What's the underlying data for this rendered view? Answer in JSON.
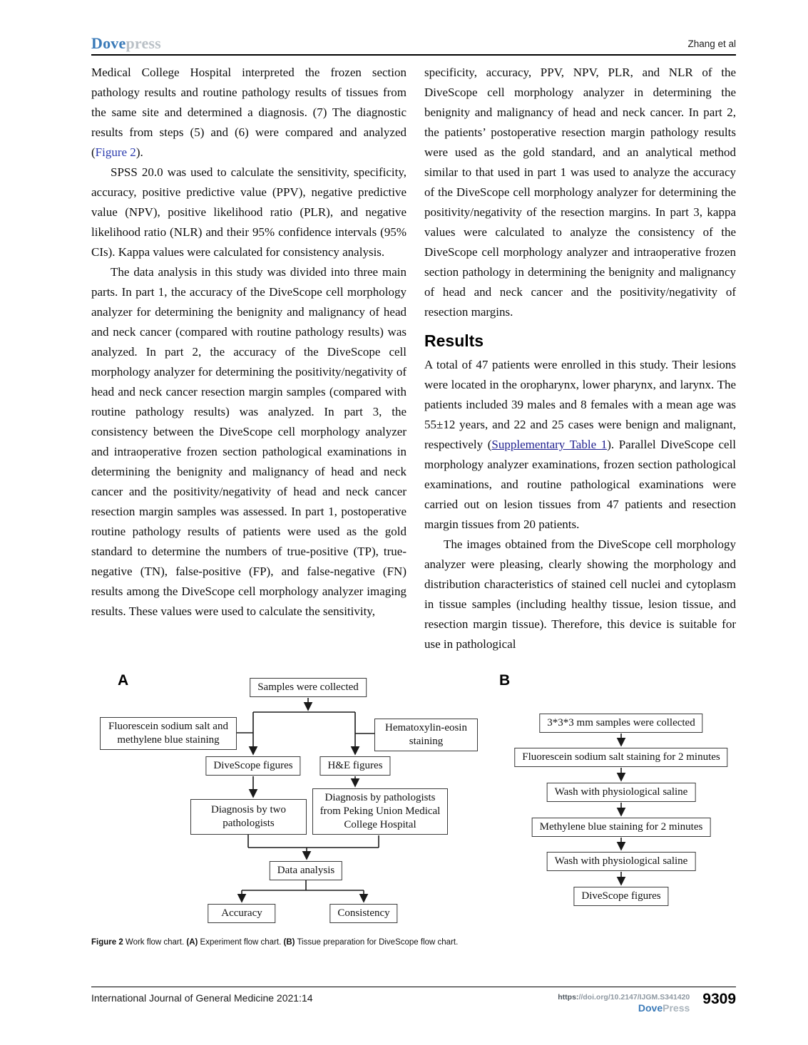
{
  "header": {
    "logo_dove": "Dove",
    "logo_press": "press",
    "running_author": "Zhang et al"
  },
  "left_column": {
    "p1_text": "Medical College Hospital interpreted the frozen section pathology results and routine pathology results of tissues from the same site and determined a diagnosis. (7) The diagnostic results from steps (5) and (6) were compared and analyzed (",
    "p1_link": "Figure 2",
    "p1_after": ").",
    "p2": "SPSS 20.0 was used to calculate the sensitivity, specificity, accuracy, positive predictive value (PPV), negative predictive value (NPV), positive likelihood ratio (PLR), and negative likelihood ratio (NLR) and their 95% confidence intervals (95% CIs). Kappa values were calculated for consistency analysis.",
    "p3": "The data analysis in this study was divided into three main parts. In part 1, the accuracy of the DiveScope cell morphology analyzer for determining the benignity and malignancy of head and neck cancer (compared with routine pathology results) was analyzed. In part 2, the accuracy of the DiveScope cell morphology analyzer for determining the positivity/negativity of head and neck cancer resection margin samples (compared with routine pathology results) was analyzed. In part 3, the consistency between the DiveScope cell morphology analyzer and intraoperative frozen section pathological examinations in determining the benignity and malignancy of head and neck cancer and the positivity/negativity of head and neck cancer resection margin samples was assessed. In part 1, postoperative routine pathology results of patients were used as the gold standard to determine the numbers of true-positive (TP), true-negative (TN), false-positive (FP), and false-negative (FN) results among the DiveScope cell morphology analyzer imaging results. These values were used to calculate the sensitivity,"
  },
  "right_column": {
    "p1": "specificity, accuracy, PPV, NPV, PLR, and NLR of the DiveScope cell morphology analyzer in determining the benignity and malignancy of head and neck cancer. In part 2, the patients’ postoperative resection margin pathology results were used as the gold standard, and an analytical method similar to that used in part 1 was used to analyze the accuracy of the DiveScope cell morphology analyzer for determining the positivity/negativity of the resection margins. In part 3, kappa values were calculated to analyze the consistency of the DiveScope cell morphology analyzer and intraoperative frozen section pathology in determining the benignity and malignancy of head and neck cancer and the positivity/negativity of resection margins.",
    "heading": "Results",
    "p2_text": "A total of 47 patients were enrolled in this study. Their lesions were located in the oropharynx, lower pharynx, and larynx. The patients included 39 males and 8 females with a mean age was 55±12 years, and 22 and 25 cases were benign and malignant, respectively (",
    "p2_link": "Supplementary Table 1",
    "p2_after": "). Parallel DiveScope cell morphology analyzer examinations, frozen section pathological examinations, and routine pathological examinations were carried out on lesion tissues from 47 patients and resection margin tissues from 20 patients.",
    "p3": "The images obtained from the DiveScope cell morphology analyzer were pleasing, clearly showing the morphology and distribution characteristics of stained cell nuclei and cytoplasm in tissue samples (including healthy tissue, lesion tissue, and resection margin tissue). Therefore, this device is suitable for use in pathological"
  },
  "figure": {
    "label_a": "A",
    "label_b": "B",
    "a_boxes": {
      "samples": "Samples were collected",
      "fluorescein": "Fluorescein sodium salt and methylene blue staining",
      "hematoxylin": "Hematoxylin-eosin staining",
      "divescope_figures": "DiveScope figures",
      "he_figures": "H&E figures",
      "diagnosis_two": "Diagnosis by two pathologists",
      "diagnosis_peking": "Diagnosis by pathologists from Peking Union Medical College Hospital",
      "data_analysis": "Data analysis",
      "accuracy": "Accuracy",
      "consistency": "Consistency"
    },
    "b_boxes": {
      "step1": "3*3*3 mm samples were collected",
      "step2": "Fluorescein sodium salt staining for 2 minutes",
      "step3": "Wash with physiological saline",
      "step4": "Methylene blue staining for 2 minutes",
      "step5": "Wash with physiological saline",
      "step6": "DiveScope figures"
    },
    "caption": {
      "fig_label": "Figure 2",
      "text1": " Work flow chart. ",
      "a": "(A)",
      "text2": " Experiment flow chart. ",
      "b": "(B)",
      "text3": " Tissue preparation for DiveScope flow chart."
    }
  },
  "footer": {
    "journal_ref": "International Journal of General Medicine 2021:14",
    "doi_scheme": "https:",
    "doi_rest": "//doi.org/10.2147/IJGM.S341420",
    "dovepress_dove": "Dove",
    "dovepress_press": "Press",
    "page_number": "9309"
  },
  "colors": {
    "accent_blue": "#3a7ab8",
    "link_blue": "#2a3aae",
    "link_navy": "#21218f"
  }
}
